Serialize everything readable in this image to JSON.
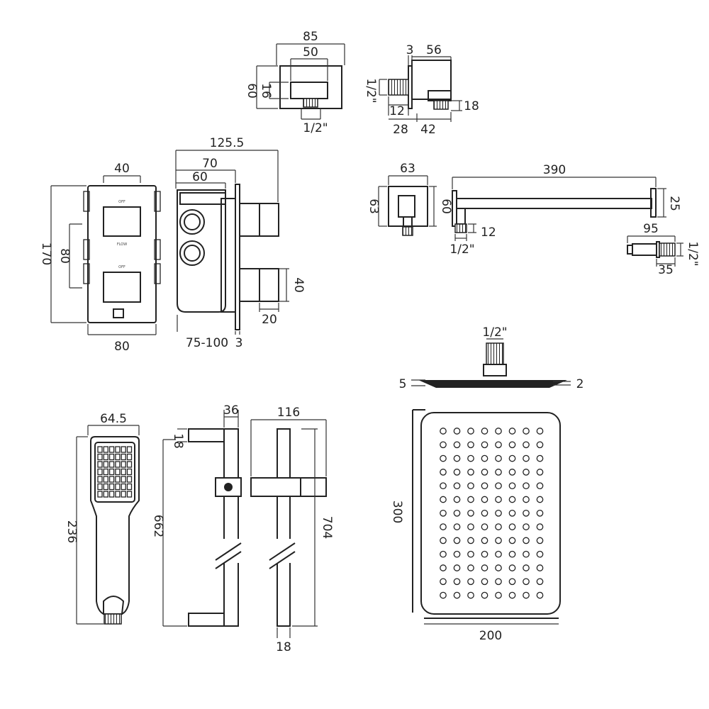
{
  "wall_outlet": {
    "dims": {
      "width_outer": "85",
      "width_inner": "50",
      "height": "60",
      "inner_height": "16",
      "thread": "1/2\""
    },
    "side_dims": {
      "plate": "3",
      "depth": "56",
      "thread": "1/2\"",
      "thread_len": "12",
      "outlet_h": "18",
      "offset_a": "28",
      "offset_b": "42"
    }
  },
  "valve": {
    "dims": {
      "width_top": "40",
      "height_total": "170",
      "spacing": "80",
      "width_bottom": "80"
    },
    "labels": {
      "top": "OFF",
      "mid": "FLOW",
      "bottom": "OFF"
    },
    "side_dims": {
      "depth_total": "125.5",
      "depth_a": "70",
      "depth_b": "60",
      "knob_h": "40",
      "knob_w": "20",
      "wall_range": "75-100",
      "plate": "3"
    }
  },
  "elbow": {
    "dims": {
      "width": "63",
      "height_left": "63",
      "height_right": "60"
    }
  },
  "arm": {
    "dims": {
      "length": "390",
      "flange": "25",
      "thread_len": "12",
      "thread": "1/2\""
    }
  },
  "connector": {
    "dims": {
      "length": "95",
      "thread": "1/2\"",
      "short": "35"
    }
  },
  "head_side": {
    "dims": {
      "thread": "1/2\"",
      "thickness_left": "5",
      "thickness_right": "2"
    }
  },
  "head_front": {
    "dims": {
      "height": "300",
      "width": "200"
    }
  },
  "handset": {
    "dims": {
      "width": "64.5",
      "length": "236"
    }
  },
  "rail_side": {
    "dims": {
      "offset": "36",
      "bracket": "18",
      "length": "662"
    }
  },
  "rail_front": {
    "dims": {
      "width": "116",
      "length": "704",
      "bar": "18"
    }
  }
}
